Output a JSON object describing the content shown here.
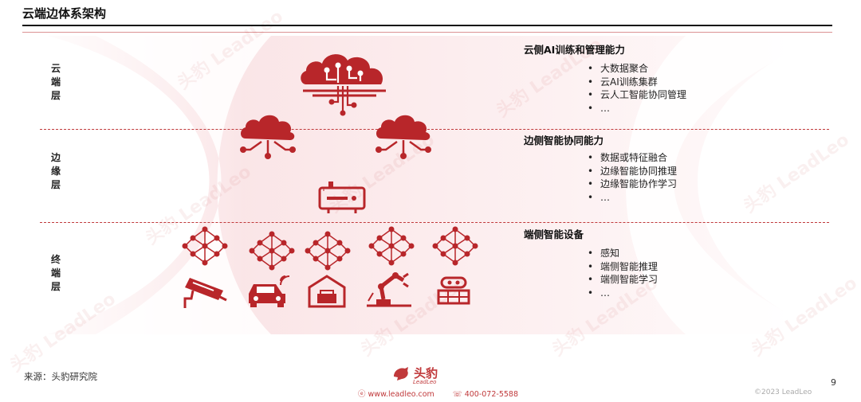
{
  "header": {
    "title": "云端边体系架构"
  },
  "layers": [
    {
      "label": "云端层"
    },
    {
      "label": "边缘层"
    },
    {
      "label": "终端层"
    }
  ],
  "capabilities": [
    {
      "title": "云侧AI训练和管理能力",
      "items": [
        "大数据聚合",
        "云AI训练集群",
        "云人工智能协同管理",
        "…"
      ]
    },
    {
      "title": "边侧智能协同能力",
      "items": [
        "数据或特征融合",
        "边缘智能协同推理",
        "边缘智能协作学习",
        "…"
      ]
    },
    {
      "title": "端侧智能设备",
      "items": [
        "感知",
        "端侧智能推理",
        "端侧智能学习",
        "…"
      ]
    }
  ],
  "icons": {
    "cloud_ai": "cloud-ai-icon",
    "edge_cloud": "cloud-network-icon",
    "edge_gateway": "router-icon",
    "neural_net": "neural-network-icon",
    "devices": [
      "cctv-camera-icon",
      "car-icon",
      "smart-home-icon",
      "robot-arm-icon",
      "delivery-robot-icon"
    ]
  },
  "colors": {
    "accent": "#c0393b",
    "background_band": "#fbe9ea"
  },
  "footer": {
    "source": "来源：头豹研究院",
    "logo_text": "头豹",
    "logo_sub": "LeadLeo",
    "website": "www.leadleo.com",
    "phone": "400-072-5588",
    "page": "9",
    "copyright": "©2023 LeadLeo"
  },
  "watermark": {
    "text": "头豹 LeadLeo"
  }
}
